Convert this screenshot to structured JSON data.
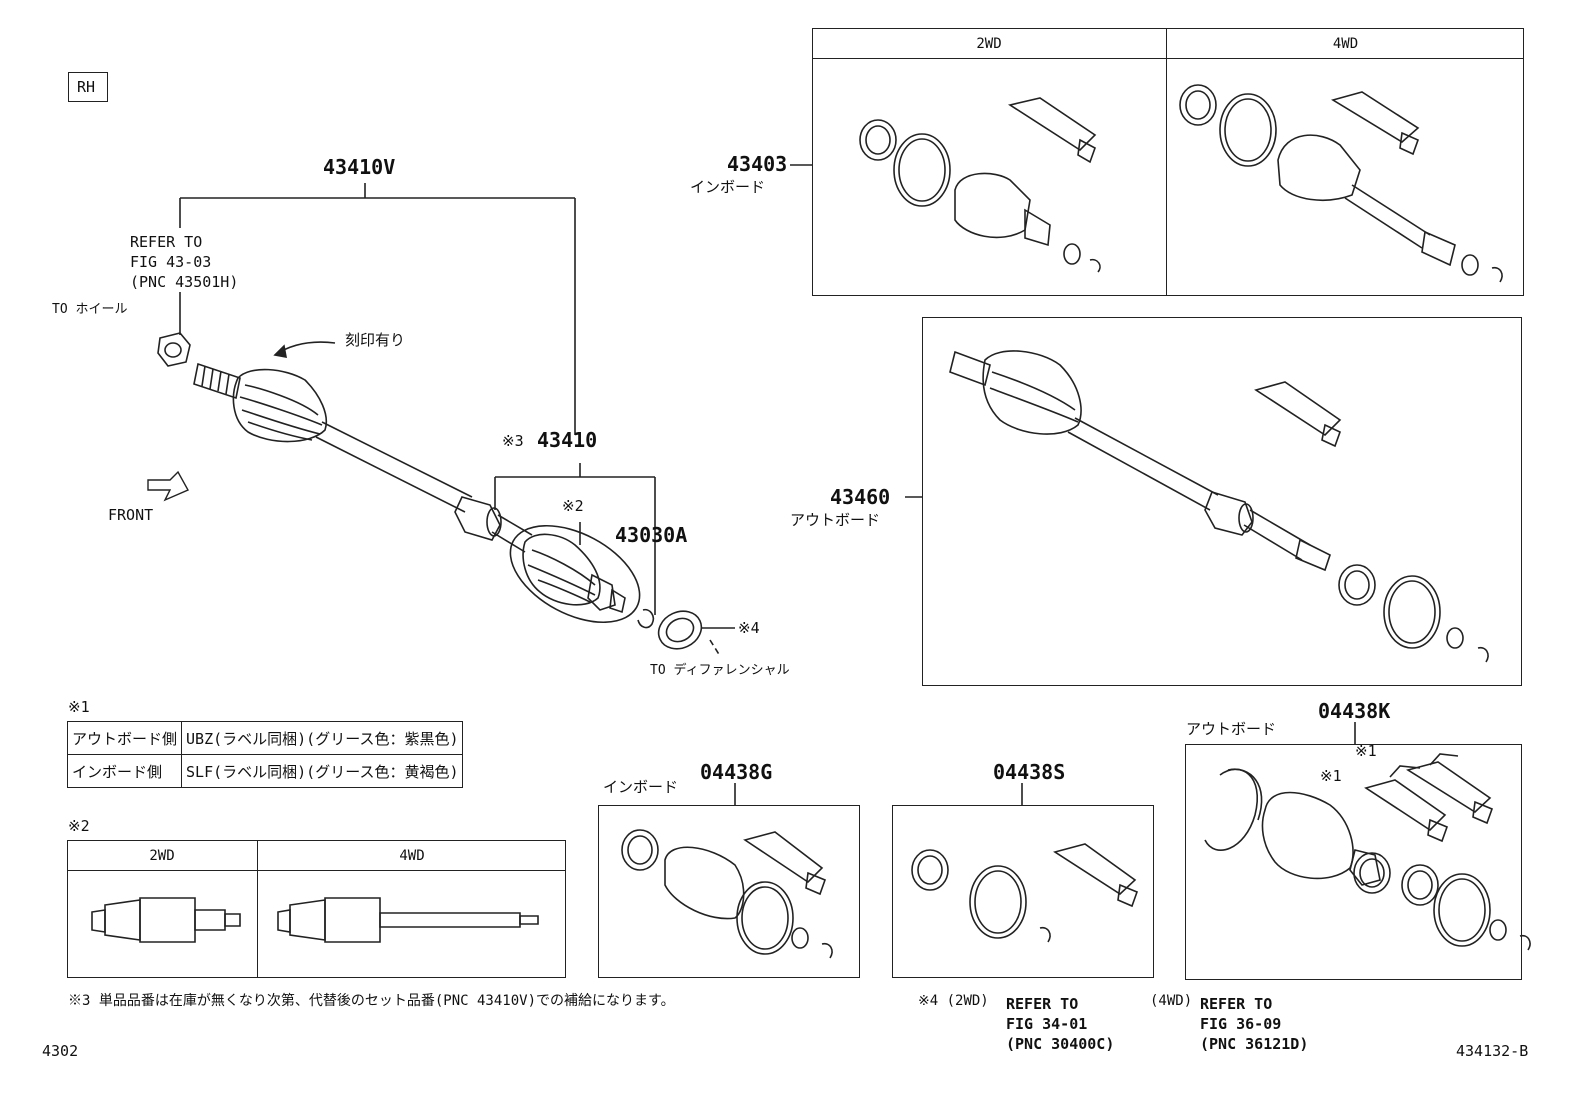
{
  "header": {
    "side_label": "RH"
  },
  "main": {
    "assembly_pn": "43410V",
    "refer_block": "REFER TO\nFIG 43-03\n(PNC 43501H)",
    "to_wheel": "TO ホイール",
    "stamp_note": "刻印有り",
    "front_label": "FRONT",
    "inner_pn_mark": "※3",
    "inner_pn": "43410",
    "mark2": "※2",
    "joint_pn": "43030A",
    "mark4": "※4",
    "to_diff": "TO ディファレンシャル"
  },
  "kit_inboard": {
    "pn": "43403",
    "sub": "インボード",
    "col1": "2WD",
    "col2": "4WD"
  },
  "kit_outboard": {
    "pn": "43460",
    "sub": "アウトボード"
  },
  "note1": {
    "mark": "※1",
    "rows": [
      {
        "side": "アウトボード側",
        "desc": "UBZ(ラベル同梱)(グリース色：紫黒色)"
      },
      {
        "side": "インボード側",
        "desc": "SLF(ラベル同梱)(グリース色：黄褐色)"
      }
    ]
  },
  "note2": {
    "mark": "※2",
    "col1": "2WD",
    "col2": "4WD"
  },
  "kit_g": {
    "pn": "04438G",
    "sub": "インボード"
  },
  "kit_s": {
    "pn": "04438S"
  },
  "kit_k": {
    "pn": "04438K",
    "sub": "アウトボード",
    "mark_a": "※1",
    "mark_b": "※1"
  },
  "footer": {
    "note3": "※3 単品品番は在庫が無くなり次第、代替後のセット品番(PNC 43410V)での補給になります。",
    "note4_prefix": "※4 (2WD)",
    "note4_2wd": "REFER TO\nFIG 34-01\n(PNC 30400C)",
    "note4_4wd_label": "(4WD)",
    "note4_4wd": "REFER TO\nFIG 36-09\n(PNC 36121D)",
    "page_code": "4302",
    "figure_code": "434132-B"
  }
}
